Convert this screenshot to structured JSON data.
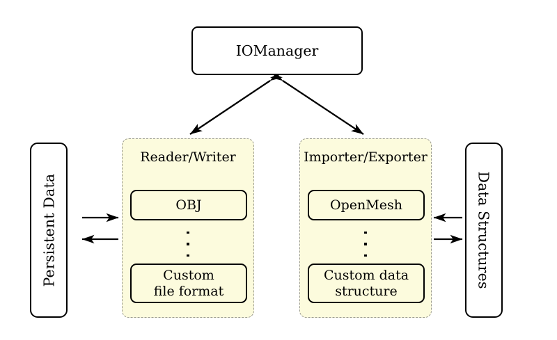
{
  "diagram": {
    "title_node": {
      "label": "IOManager"
    },
    "left_store": {
      "label": "Persistent Data"
    },
    "right_store": {
      "label": "Data Structures"
    },
    "groups": [
      {
        "id": "reader-writer",
        "title": "Reader/Writer",
        "first_item": "OBJ",
        "ellipsis": "vertical-ellipsis",
        "last_item_line1": "Custom",
        "last_item_line2": "file format"
      },
      {
        "id": "importer-exporter",
        "title": "Importer/Exporter",
        "first_item": "OpenMesh",
        "ellipsis": "vertical-ellipsis",
        "last_item_line1": "Custom data",
        "last_item_line2": "structure"
      }
    ],
    "connectors": [
      {
        "name": "iomanager-to-reader-writer",
        "style": "double-headed-arrow"
      },
      {
        "name": "iomanager-to-importer-exporter",
        "style": "double-headed-arrow"
      },
      {
        "name": "persistent-data-to-reader-writer",
        "style": "single-arrow-right"
      },
      {
        "name": "reader-writer-to-persistent-data",
        "style": "single-arrow-left"
      },
      {
        "name": "data-structures-to-importer-exporter",
        "style": "single-arrow-left"
      },
      {
        "name": "importer-exporter-to-data-structures",
        "style": "single-arrow-right"
      }
    ],
    "colors": {
      "group_fill": "#fcfbdd",
      "group_border": "#9a9a8e",
      "node_border": "#000000",
      "background": "#ffffff"
    }
  }
}
